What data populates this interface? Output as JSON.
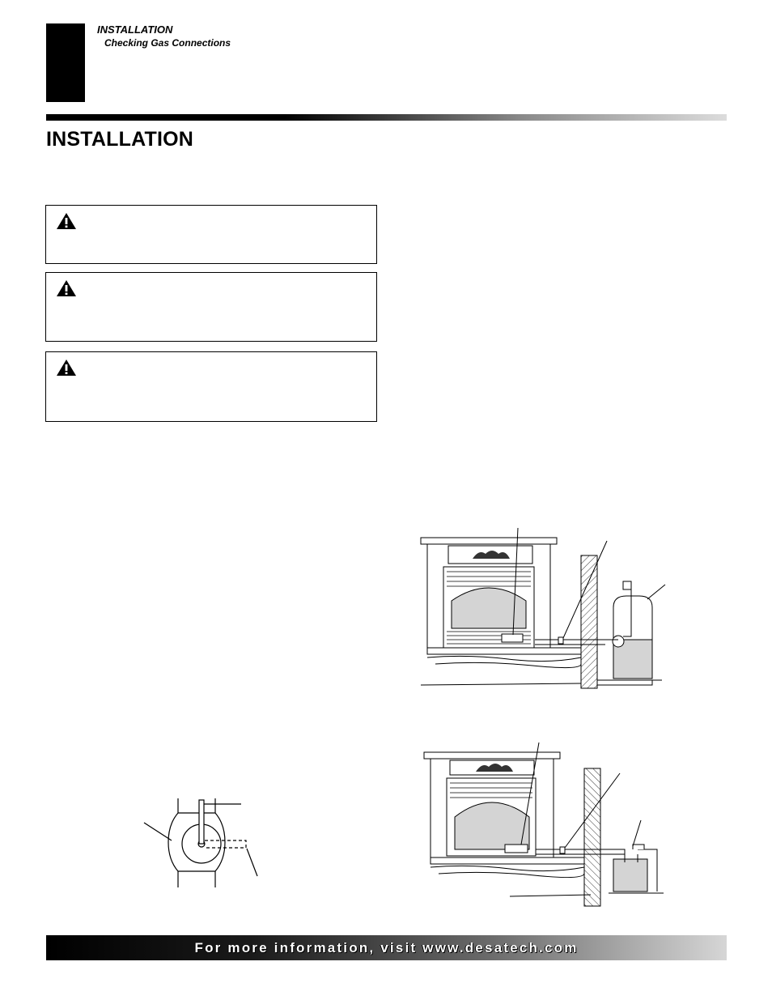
{
  "header": {
    "section": "INSTALLATION",
    "subsection": "Checking Gas Connections"
  },
  "page": {
    "title": "INSTALLATION"
  },
  "warnings": [
    {
      "icon": "warning-triangle-icon"
    },
    {
      "icon": "warning-triangle-icon"
    },
    {
      "icon": "warning-triangle-icon"
    }
  ],
  "figures": {
    "valve": {
      "name": "valve-diagram"
    },
    "tank_install": {
      "name": "lp-tank-installation"
    },
    "meter_install": {
      "name": "gas-meter-installation"
    }
  },
  "footer": {
    "text": "For more information, visit www.desatech.com"
  }
}
